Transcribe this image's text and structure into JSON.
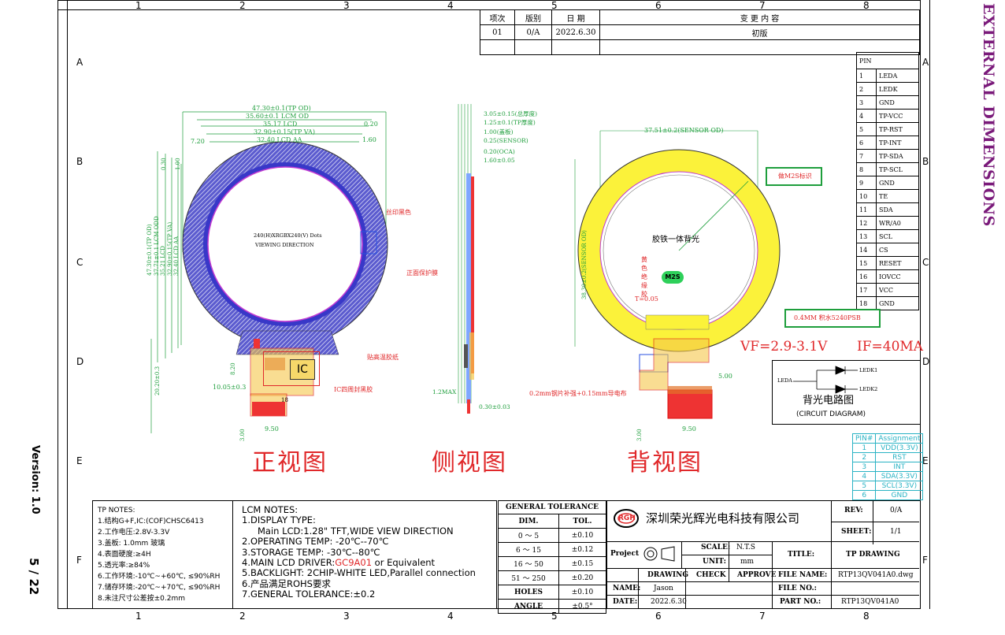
{
  "grid": {
    "cols": [
      "1",
      "2",
      "3",
      "4",
      "5",
      "6",
      "7",
      "8"
    ],
    "rows": [
      "A",
      "B",
      "C",
      "D",
      "E",
      "F"
    ]
  },
  "side_title": "EXTERNAL DIMENSIONS",
  "version": "Version: 1.0",
  "page": "5 / 22",
  "revision": {
    "headers": [
      "项次",
      "版别",
      "日 期",
      "变 更 内 容"
    ],
    "row": [
      "01",
      "0/A",
      "2022.6.30",
      "初版"
    ]
  },
  "pins": {
    "title": "PIN",
    "items": [
      {
        "no": "1",
        "name": "LEDA"
      },
      {
        "no": "2",
        "name": "LEDK"
      },
      {
        "no": "3",
        "name": "GND"
      },
      {
        "no": "4",
        "name": "TP-VCC"
      },
      {
        "no": "5",
        "name": "TP-RST"
      },
      {
        "no": "6",
        "name": "TP-INT"
      },
      {
        "no": "7",
        "name": "TP-SDA"
      },
      {
        "no": "8",
        "name": "TP-SCL"
      },
      {
        "no": "9",
        "name": "GND"
      },
      {
        "no": "10",
        "name": "TE"
      },
      {
        "no": "11",
        "name": "SDA"
      },
      {
        "no": "12",
        "name": "WR/A0"
      },
      {
        "no": "13",
        "name": "SCL"
      },
      {
        "no": "14",
        "name": "CS"
      },
      {
        "no": "15",
        "name": "RESET"
      },
      {
        "no": "16",
        "name": "IOVCC"
      },
      {
        "no": "17",
        "name": "VCC"
      },
      {
        "no": "18",
        "name": "GND"
      }
    ]
  },
  "tp_pins": {
    "headers": [
      "PIN#",
      "Assignment"
    ],
    "items": [
      {
        "no": "1",
        "name": "VDD(3.3V)"
      },
      {
        "no": "2",
        "name": "RST"
      },
      {
        "no": "3",
        "name": "INT"
      },
      {
        "no": "4",
        "name": "SDA(3.3V)"
      },
      {
        "no": "5",
        "name": "SCL(3.3V)"
      },
      {
        "no": "6",
        "name": "GND"
      }
    ]
  },
  "front": {
    "dims": [
      "47.30±0.1(TP OD)",
      "35.60±0.1 LCM OD",
      "35.17 LCD",
      "32.90±0.15(TP VA)",
      "32.40 LCD AA",
      "0.20",
      "1.60",
      "7.20"
    ],
    "vdims": [
      "47.30±0.1(TP OD)",
      "37.71±0.1 LCM ODD",
      "35.21 LCD",
      "32.90±0.15(TP VA)",
      "32.40 LCD AA",
      "0.30",
      "1.00"
    ],
    "lower_dims": [
      "8.20",
      "20.20±0.3",
      "10.05±0.3",
      "3.00",
      "9.50",
      "18"
    ],
    "dots": "240(H)XRGBX240(V) Dots",
    "viewing": "VIEWING DIRECTION",
    "callouts": [
      "丝印黑色",
      "正面保护膜",
      "贴高温胶纸",
      "IC四周封黑胶"
    ],
    "ic": "IC"
  },
  "side": {
    "dims": [
      "3.05±0.15(总厚度)",
      "1.25±0.1(TP厚度)",
      "1.00(盖板)",
      "0.25(SENSOR)",
      "0.20(OCA)",
      "1.60±0.05",
      "1.2MAX",
      "0.30±0.03"
    ]
  },
  "back": {
    "od": "37.51±0.2(SENSOR OD)",
    "vod": "38.30±0.2(SENSOR OD)",
    "m2s_mark": "做M2S标识",
    "backlight": "胶铁一体背光",
    "glue": "黄色绝缘胶",
    "glue2": "T=0.05",
    "m2s": "M2S",
    "foam": "0.4MM 积水5240PSB",
    "steel": "0.2mm钢片补强+0.15mm导电布",
    "dims": [
      "5.00",
      "9.50",
      "3.00"
    ]
  },
  "electric": {
    "vf": "VF=2.9-3.1V",
    "if": "IF=40MA"
  },
  "circuit": {
    "leda": "LEDA",
    "ledk1": "LEDK1",
    "ledk2": "LEDK2",
    "title_cn": "背光电路图",
    "title_en": "(CIRCUIT DIAGRAM)"
  },
  "views": {
    "front": "正视图",
    "side": "侧视图",
    "back": "背视图"
  },
  "tp_notes": {
    "title": "TP NOTES:",
    "items": [
      "1.结构G+F,IC:(COF)CHSC6413",
      "2.工作电压:2.8V-3.3V",
      "3.盖板: 1.0mm 玻璃",
      "4.表面硬度:≥4H",
      "5.透光率:≥84%",
      "6.工作环境:-10℃~+60℃, ≤90%RH",
      "7.储存环境:-20℃~+70℃, ≤90%RH",
      "8.未注尺寸公差按±0.2mm"
    ]
  },
  "lcm_notes": {
    "title": "LCM NOTES:",
    "items": [
      "1.DISPLAY TYPE:",
      "Main LCD:1.28\" TFT,WIDE VIEW DIRECTION",
      "2.OPERATING TEMP: -20℃--70℃",
      "3.STORAGE TEMP: -30℃--80℃",
      "4.MAIN LCD DRIVER:",
      "5.BACKLIGHT: 2CHIP-WHITE LED,Parallel connection",
      "6.产品满足ROHS要求",
      "7.GENERAL TOLERANCE:±0.2"
    ],
    "driver": "GC9A01",
    "driver_tail": " or Equivalent"
  },
  "tolerance": {
    "title": "GENERAL TOLERANCE",
    "headers": [
      "DIM.",
      "TOL."
    ],
    "rows": [
      [
        "0 ～ 5",
        "±0.10"
      ],
      [
        "6 ～ 15",
        "±0.12"
      ],
      [
        "16 ～ 50",
        "±0.15"
      ],
      [
        "51 ～ 250",
        "±0.20"
      ],
      [
        "HOLES",
        "±0.10"
      ],
      [
        "ANGLE",
        "±0.5°"
      ]
    ]
  },
  "title_block": {
    "company": "深圳荣光辉光电科技有限公司",
    "logo": "RGH",
    "rev_label": "REV:",
    "rev": "0/A",
    "sheet_label": "SHEET:",
    "sheet": "1/1",
    "project": "Project",
    "scale_label": "SCALE:",
    "scale": "N.T.S",
    "unit_label": "UNIT:",
    "unit": "mm",
    "title_label": "TITLE:",
    "title": "TP DRAWING",
    "drawing": "DRAWING",
    "check": "CHECK",
    "approve": "APPROVE",
    "file_name_label": "FILE NAME:",
    "file_name": "RTP13QV041A0.dwg",
    "name_label": "NAME:",
    "name": "Jason",
    "file_no_label": "FILE NO.:",
    "date_label": "DATE:",
    "date": "2022.6.30",
    "part_no_label": "PART NO.:",
    "part_no": "RTP13QV041A0"
  }
}
